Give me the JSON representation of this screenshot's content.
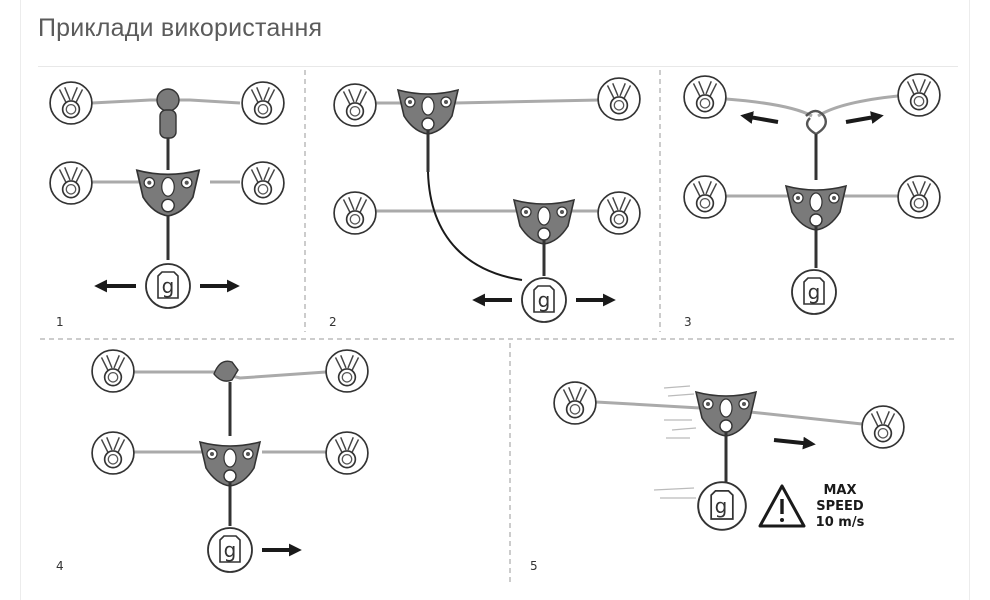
{
  "page": {
    "title": "Приклади використання"
  },
  "panels": [
    {
      "number": "1"
    },
    {
      "number": "2"
    },
    {
      "number": "3"
    },
    {
      "number": "4"
    },
    {
      "number": "5"
    }
  ],
  "weight_label": "g",
  "warning": {
    "line1": "MAX",
    "line2": "SPEED",
    "line3": "10 m/s"
  },
  "colors": {
    "device": "#7a7a7a",
    "outline": "#333333",
    "rope": "#bbbbbb",
    "divider": "#9a9a9a"
  }
}
